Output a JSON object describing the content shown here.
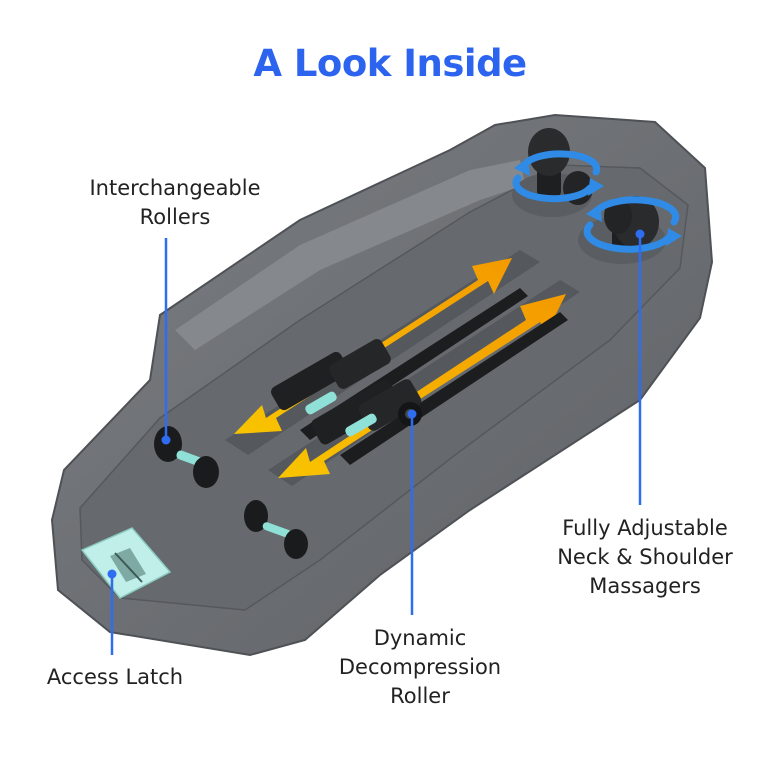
{
  "title": "A Look Inside",
  "callouts": {
    "interchangeable_rollers": [
      "Interchangeable",
      "Rollers"
    ],
    "access_latch": [
      "Access Latch"
    ],
    "dynamic_roller": [
      "Dynamic",
      "Decompression",
      "Roller"
    ],
    "massagers": [
      "Fully Adjustable",
      "Neck & Shoulder",
      "Massagers"
    ]
  },
  "colors": {
    "title": "#2C64F0",
    "callout_line": "#2E6CF0",
    "arrow": "#F7A400",
    "rotation_arrow": "#2F8BE6",
    "body": "#6B6E72",
    "latch": "#BFEFE8"
  }
}
